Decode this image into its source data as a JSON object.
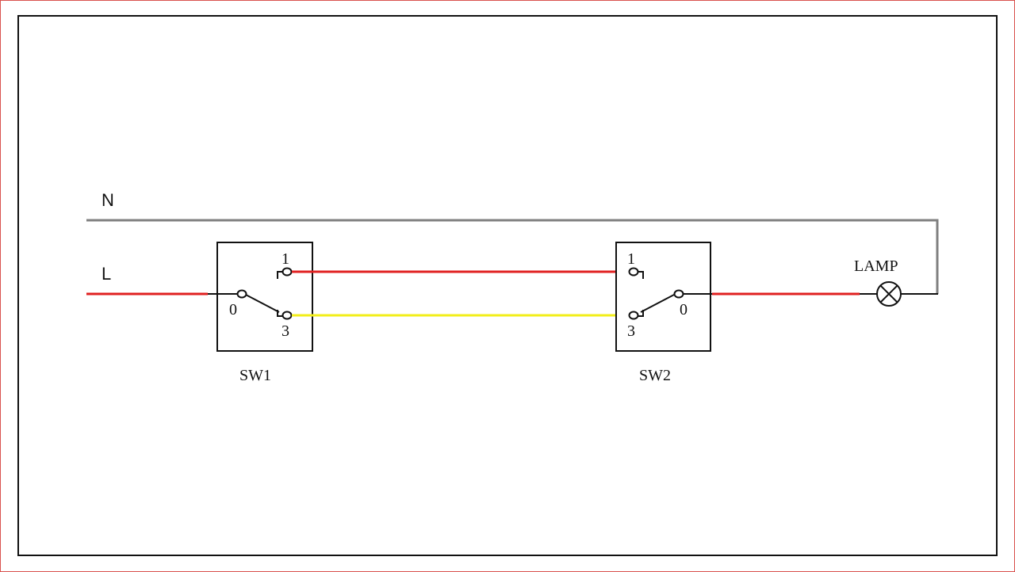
{
  "labels": {
    "neutral": "N",
    "live": "L",
    "lamp": "LAMP"
  },
  "switches": [
    {
      "name": "SW1",
      "terminal_common": "0",
      "terminal_a": "1",
      "terminal_b": "3"
    },
    {
      "name": "SW2",
      "terminal_common": "0",
      "terminal_a": "1",
      "terminal_b": "3"
    }
  ],
  "colors": {
    "outer_border": "#d9534f",
    "frame": "#111111",
    "neutral_wire": "#808080",
    "live_wire": "#e02020",
    "traveler_wire": "#f2ee1a",
    "symbol": "#111111"
  }
}
